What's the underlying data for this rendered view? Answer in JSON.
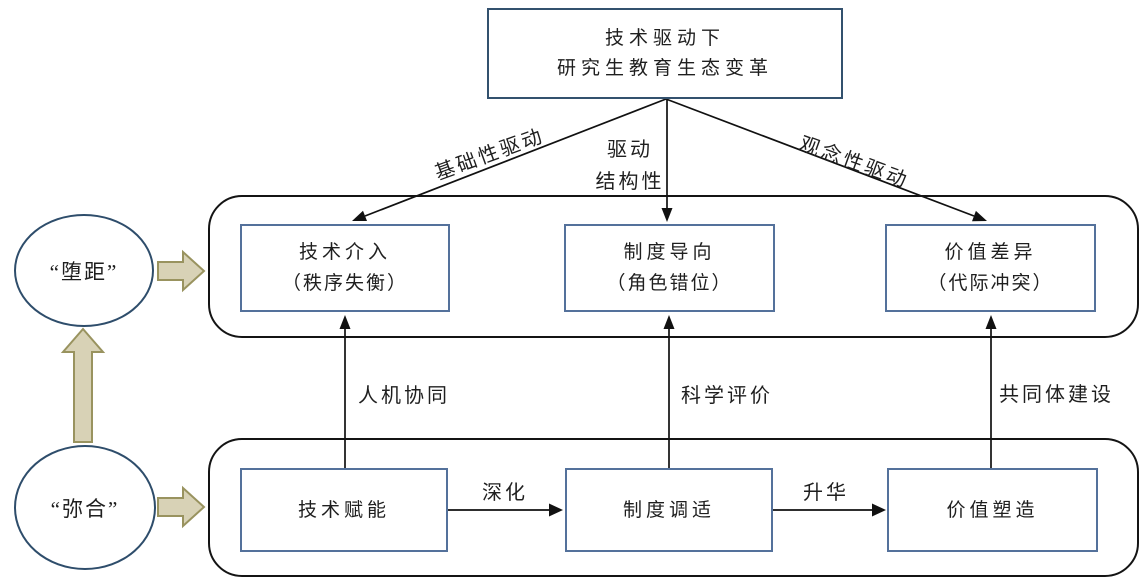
{
  "colors": {
    "container_border": "#141414",
    "box_border": "#54719b",
    "title_box_border": "#33516e",
    "ellipse_border": "#2e4d6b",
    "arrow_line": "#111111",
    "block_arrow_fill": "#d8d2b6",
    "block_arrow_stroke": "#99935f",
    "text": "#1f1f1f"
  },
  "title_box": {
    "line1": "技术驱动下",
    "line2": "研究生教育生态变革"
  },
  "drive_arrows": {
    "left_label": "基础性驱动",
    "middle_label_line1": "驱动",
    "middle_label_line2": "结构性",
    "right_label": "观念性驱动"
  },
  "ellipses": {
    "top": "“堕距”",
    "bottom": "“弥合”"
  },
  "top_group": {
    "box1": {
      "line1": "技术介入",
      "line2": "（秩序失衡）"
    },
    "box2": {
      "line1": "制度导向",
      "line2": "（角色错位）"
    },
    "box3": {
      "line1": "价值差异",
      "line2": "（代际冲突）"
    }
  },
  "bridge_labels": {
    "left": "人机协同",
    "middle": "科学评价",
    "right": "共同体建设"
  },
  "bottom_group": {
    "box1": "技术赋能",
    "box2": "制度调适",
    "box3": "价值塑造",
    "flow1_label": "深化",
    "flow2_label": "升华"
  }
}
